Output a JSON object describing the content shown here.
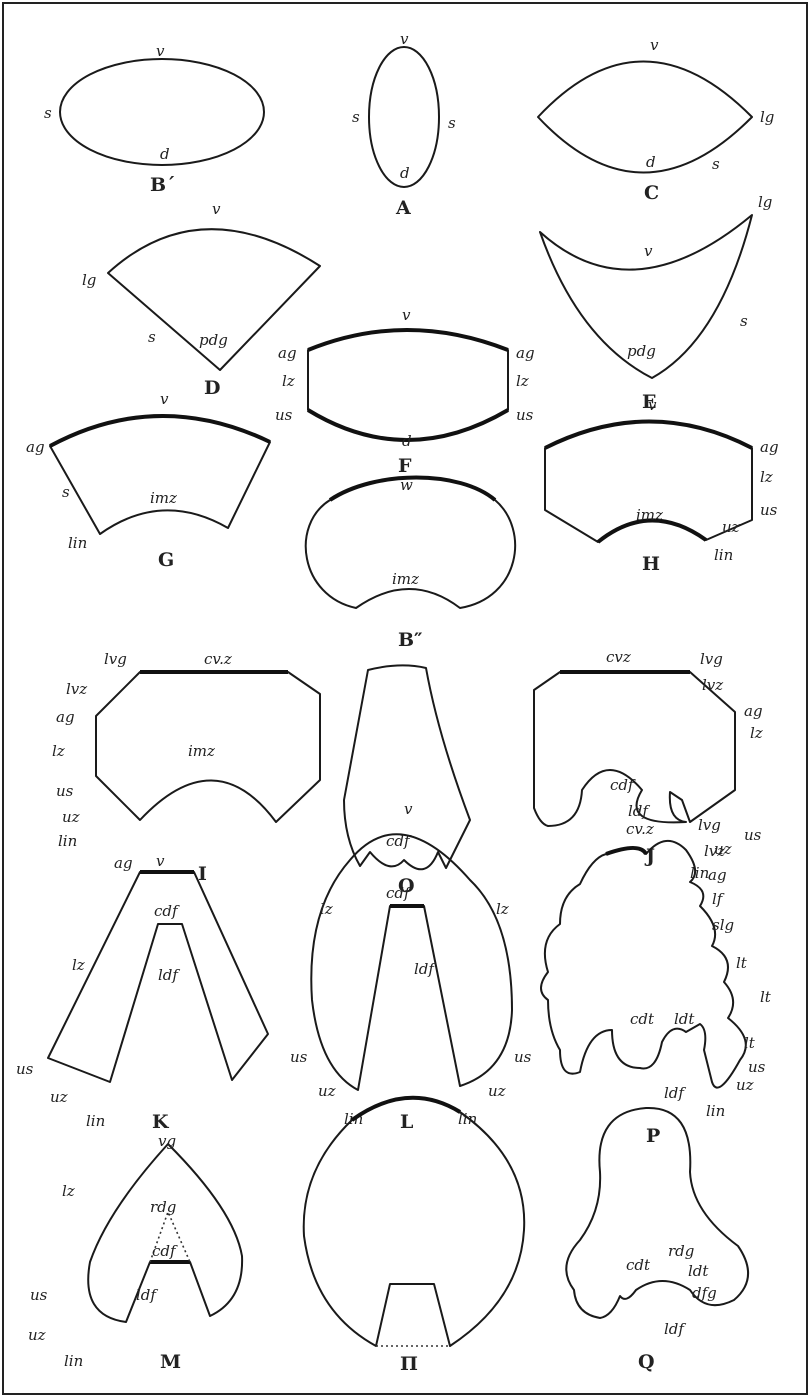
{
  "figures": [
    {
      "id": "Bp",
      "caption": "B´",
      "labels": [
        "v",
        "s",
        "d"
      ]
    },
    {
      "id": "A",
      "caption": "A",
      "labels": [
        "v",
        "s",
        "s",
        "d"
      ]
    },
    {
      "id": "C",
      "caption": "C",
      "labels": [
        "v",
        "lg",
        "d",
        "s"
      ]
    },
    {
      "id": "D",
      "caption": "D",
      "labels": [
        "v",
        "lg",
        "s",
        "pdg"
      ]
    },
    {
      "id": "E",
      "caption": "E",
      "labels": [
        "lg",
        "v",
        "s",
        "pdg"
      ]
    },
    {
      "id": "F",
      "caption": "F",
      "labels": [
        "v",
        "ag",
        "lz",
        "us",
        "ag",
        "lz",
        "us",
        "d"
      ]
    },
    {
      "id": "G",
      "caption": "G",
      "labels": [
        "v",
        "ag",
        "s",
        "imz",
        "lin"
      ]
    },
    {
      "id": "H",
      "caption": "H",
      "labels": [
        "v",
        "ag",
        "lz",
        "us",
        "uz",
        "imz",
        "lin"
      ]
    },
    {
      "id": "Bpp",
      "caption": "B″",
      "labels": [
        "w",
        "imz"
      ]
    },
    {
      "id": "I",
      "caption": "I",
      "labels": [
        "lvg",
        "cv.z",
        "lvz",
        "ag",
        "lz",
        "us",
        "uz",
        "lin",
        "imz"
      ]
    },
    {
      "id": "O",
      "caption": "O",
      "labels": [
        "cdf"
      ]
    },
    {
      "id": "J",
      "caption": "J",
      "labels": [
        "cvz",
        "lvg",
        "lvz",
        "ag",
        "lz",
        "cdf",
        "ldf",
        "us",
        "uz",
        "lin"
      ]
    },
    {
      "id": "K",
      "caption": "K",
      "labels": [
        "ag",
        "v",
        "lz",
        "cdf",
        "ldf",
        "us",
        "uz",
        "lin"
      ]
    },
    {
      "id": "L",
      "caption": "L",
      "labels": [
        "v",
        "lz",
        "lz",
        "cdf",
        "ldf",
        "us",
        "us",
        "uz",
        "uz",
        "lin",
        "lin"
      ]
    },
    {
      "id": "P",
      "caption": "P",
      "labels": [
        "cv.z",
        "lvg",
        "lvz",
        "ag",
        "lf",
        "slg",
        "lt",
        "lt",
        "lt",
        "cdt",
        "ldt",
        "us",
        "uz",
        "lin",
        "ldf"
      ]
    },
    {
      "id": "M",
      "caption": "M",
      "labels": [
        "vg",
        "lz",
        "rdg",
        "cdf",
        "ldf",
        "us",
        "uz",
        "lin"
      ]
    },
    {
      "id": "N",
      "caption": "Π",
      "labels": []
    },
    {
      "id": "Q",
      "caption": "Q",
      "labels": [
        "cdt",
        "rdg",
        "ldt",
        "dfg",
        "ldf"
      ]
    }
  ]
}
